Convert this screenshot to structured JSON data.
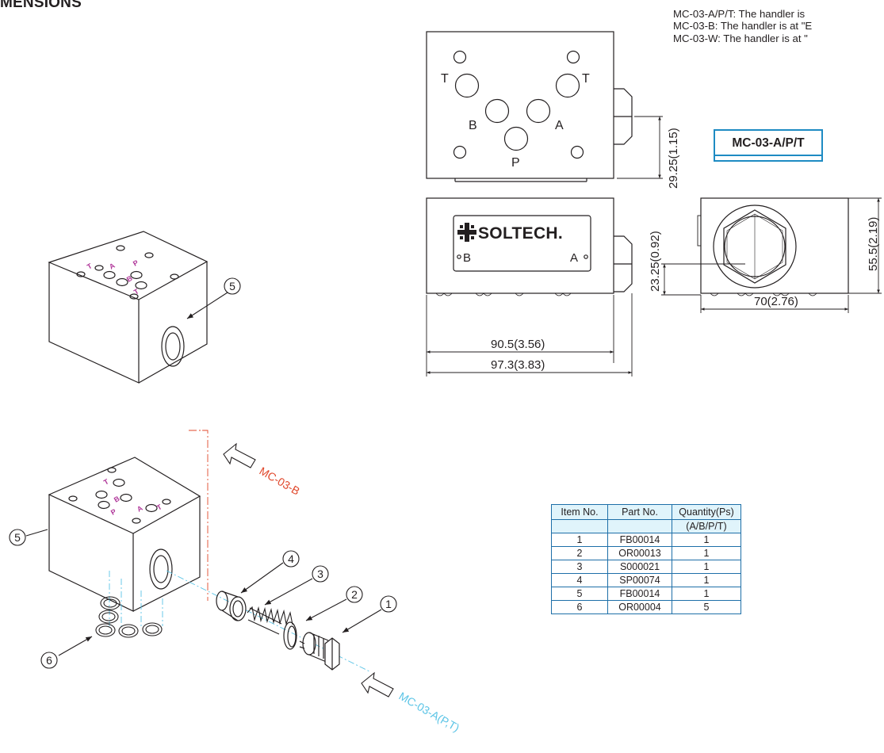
{
  "title": "MENSIONS",
  "notes": [
    "MC-03-A/P/T: The handler is",
    "MC-03-B: The handler is at \"E",
    "MC-03-W: The handler is at \""
  ],
  "model_label": "MC-03-A/P/T",
  "top_view": {
    "port_labels": {
      "t_left": "T",
      "t_right": "T",
      "b": "B",
      "a": "A",
      "p": "P"
    }
  },
  "front_view": {
    "brand": "SOLTECH.",
    "port_b": "B",
    "port_a": "A"
  },
  "dimensions": {
    "height_top": "29.25(1.15)",
    "height_front": "23.25(0.92)",
    "height_side": "55.5(2.19)",
    "width_inner": "90.5(3.56)",
    "width_outer": "97.3(3.83)",
    "width_side": "70(2.76)"
  },
  "exploded_view": {
    "callout_5a": "5",
    "callout_5b": "5",
    "callout_4": "4",
    "callout_3": "3",
    "callout_2": "2",
    "callout_1": "1",
    "callout_6": "6",
    "flow_b": "MC-03-B",
    "flow_apt": "MC-03-A(P,T)",
    "upper_block_labels": {
      "t1": "T",
      "a": "A",
      "p": "P",
      "b": "B",
      "t2": "T"
    },
    "lower_block_labels": {
      "t1": "T",
      "b": "B",
      "a": "A",
      "t2": "T",
      "p": "P"
    }
  },
  "parts_table": {
    "headers": [
      "Item No.",
      "Part No.",
      "Quantity(Ps)"
    ],
    "subheader": "(A/B/P/T)",
    "rows": [
      {
        "item": "1",
        "part": "FB00014",
        "qty": "1"
      },
      {
        "item": "2",
        "part": "OR00013",
        "qty": "1"
      },
      {
        "item": "3",
        "part": "S000021",
        "qty": "1"
      },
      {
        "item": "4",
        "part": "SP00074",
        "qty": "1"
      },
      {
        "item": "5",
        "part": "FB00014",
        "qty": "1"
      },
      {
        "item": "6",
        "part": "OR00004",
        "qty": "5"
      }
    ]
  },
  "colors": {
    "line": "#231f20",
    "accent_blue": "#1e8bc3",
    "flow_cyan": "#5bc4e6",
    "flow_red": "#e0472b",
    "port_purple": "#b0379a",
    "table_header_bg": "#e0f4fb"
  }
}
